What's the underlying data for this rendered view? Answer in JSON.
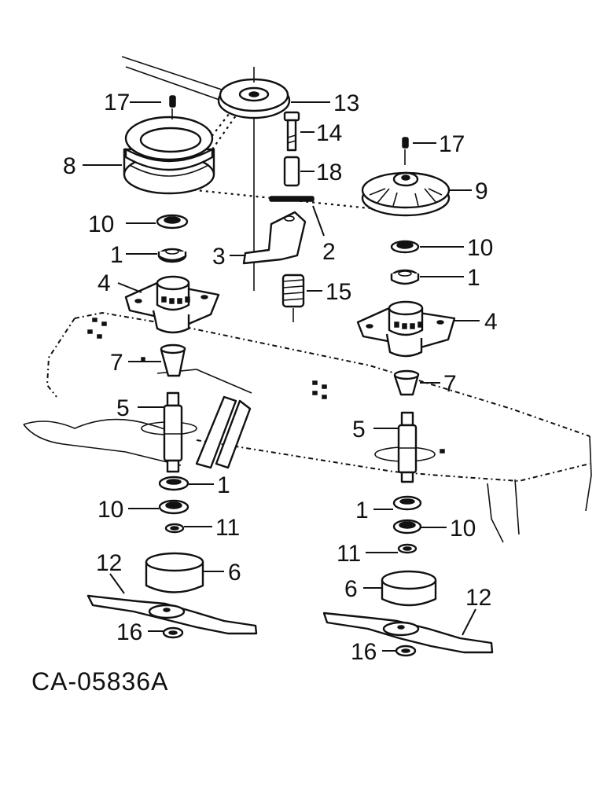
{
  "drawing_code": "CA-05836A",
  "labels": {
    "l17a": "17",
    "l13": "13",
    "l14": "14",
    "l8": "8",
    "l18": "18",
    "l17b": "17",
    "l9": "9",
    "l10a": "10",
    "l2": "2",
    "l10b": "10",
    "l1a": "1",
    "l3": "3",
    "l1b": "1",
    "l4a": "4",
    "l15": "15",
    "l4b": "4",
    "l7a": "7",
    "l7b": "7",
    "l5a": "5",
    "l5b": "5",
    "l1c": "1",
    "l1d": "1",
    "l10c": "10",
    "l10d": "10",
    "l11a": "11",
    "l11b": "11",
    "l12a": "12",
    "l6a": "6",
    "l6b": "6",
    "l12b": "12",
    "l16a": "16",
    "l16b": "16"
  }
}
